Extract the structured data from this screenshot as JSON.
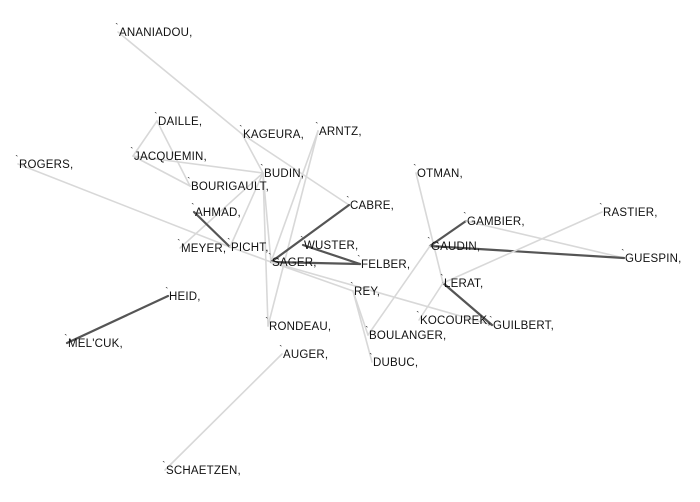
{
  "graph": {
    "colors": {
      "background": "#ffffff",
      "weak_edge": "#d8d8d8",
      "strong_edge": "#555555",
      "label": "#111111"
    },
    "nodes": [
      {
        "id": "ANANIADOU",
        "label": "ANANIADOU,"
      },
      {
        "id": "DAILLE",
        "label": "DAILLE,"
      },
      {
        "id": "KAGEURA",
        "label": "KAGEURA,"
      },
      {
        "id": "ARNTZ",
        "label": "ARNTZ,"
      },
      {
        "id": "JACQUEMIN",
        "label": "JACQUEMIN,"
      },
      {
        "id": "ROGERS",
        "label": "ROGERS,"
      },
      {
        "id": "BUDIN",
        "label": "BUDIN,"
      },
      {
        "id": "OTMAN",
        "label": "OTMAN,"
      },
      {
        "id": "BOURIGAULT",
        "label": "BOURIGAULT,"
      },
      {
        "id": "CABRE",
        "label": "CABRE,"
      },
      {
        "id": "RASTIER",
        "label": "RASTIER,"
      },
      {
        "id": "AHMAD",
        "label": "AHMAD,"
      },
      {
        "id": "GAMBIER",
        "label": "GAMBIER,"
      },
      {
        "id": "MEYER",
        "label": "MEYER,"
      },
      {
        "id": "PICHT",
        "label": "PICHT,"
      },
      {
        "id": "WUSTER",
        "label": "WUSTER,"
      },
      {
        "id": "GAUDIN",
        "label": "GAUDIN,"
      },
      {
        "id": "SAGER",
        "label": "SAGER,"
      },
      {
        "id": "FELBER",
        "label": "FELBER,"
      },
      {
        "id": "GUESPIN",
        "label": "GUESPIN,"
      },
      {
        "id": "LERAT",
        "label": "LERAT,"
      },
      {
        "id": "HEID",
        "label": "HEID,"
      },
      {
        "id": "REY",
        "label": "REY,"
      },
      {
        "id": "KOCOUREK",
        "label": "KOCOUREK,"
      },
      {
        "id": "GUILBERT",
        "label": "GUILBERT,"
      },
      {
        "id": "RONDEAU",
        "label": "RONDEAU,"
      },
      {
        "id": "BOULANGER",
        "label": "BOULANGER,"
      },
      {
        "id": "MELCUK",
        "label": "MEL'CUK,"
      },
      {
        "id": "AUGER",
        "label": "AUGER,"
      },
      {
        "id": "DUBUC",
        "label": "DUBUC,"
      },
      {
        "id": "SCHAETZEN",
        "label": "SCHAETZEN,"
      }
    ],
    "edges": [
      {
        "source": "ANANIADOU",
        "target": "KAGEURA",
        "strength": "weak"
      },
      {
        "source": "KAGEURA",
        "target": "BUDIN",
        "strength": "weak"
      },
      {
        "source": "KAGEURA",
        "target": "CABRE",
        "strength": "weak"
      },
      {
        "source": "DAILLE",
        "target": "JACQUEMIN",
        "strength": "weak"
      },
      {
        "source": "DAILLE",
        "target": "BOURIGAULT",
        "strength": "weak"
      },
      {
        "source": "JACQUEMIN",
        "target": "BOURIGAULT",
        "strength": "weak"
      },
      {
        "source": "JACQUEMIN",
        "target": "BUDIN",
        "strength": "weak"
      },
      {
        "source": "ROGERS",
        "target": "PICHT",
        "strength": "weak"
      },
      {
        "source": "BUDIN",
        "target": "MEYER",
        "strength": "weak"
      },
      {
        "source": "BUDIN",
        "target": "SAGER",
        "strength": "weak"
      },
      {
        "source": "BUDIN",
        "target": "RONDEAU",
        "strength": "weak"
      },
      {
        "source": "AHMAD",
        "target": "PICHT",
        "strength": "strong"
      },
      {
        "source": "ARNTZ",
        "target": "SAGER",
        "strength": "weak"
      },
      {
        "source": "ARNTZ",
        "target": "RONDEAU",
        "strength": "weak"
      },
      {
        "source": "CABRE",
        "target": "SAGER",
        "strength": "strong"
      },
      {
        "source": "PICHT",
        "target": "SAGER",
        "strength": "weak"
      },
      {
        "source": "PICHT",
        "target": "BUDIN",
        "strength": "weak"
      },
      {
        "source": "WUSTER",
        "target": "FELBER",
        "strength": "strong"
      },
      {
        "source": "SAGER",
        "target": "FELBER",
        "strength": "strong"
      },
      {
        "source": "SAGER",
        "target": "REY",
        "strength": "weak"
      },
      {
        "source": "SAGER",
        "target": "GUILBERT",
        "strength": "weak"
      },
      {
        "source": "OTMAN",
        "target": "LERAT",
        "strength": "weak"
      },
      {
        "source": "GAMBIER",
        "target": "GAUDIN",
        "strength": "strong"
      },
      {
        "source": "GAMBIER",
        "target": "GUESPIN",
        "strength": "weak"
      },
      {
        "source": "GAUDIN",
        "target": "GUESPIN",
        "strength": "strong"
      },
      {
        "source": "GAUDIN",
        "target": "BOULANGER",
        "strength": "weak"
      },
      {
        "source": "LERAT",
        "target": "GUILBERT",
        "strength": "strong"
      },
      {
        "source": "LERAT",
        "target": "RASTIER",
        "strength": "weak"
      },
      {
        "source": "LERAT",
        "target": "KOCOUREK",
        "strength": "weak"
      },
      {
        "source": "REY",
        "target": "DUBUC",
        "strength": "weak"
      },
      {
        "source": "REY",
        "target": "BOULANGER",
        "strength": "weak"
      },
      {
        "source": "HEID",
        "target": "MELCUK",
        "strength": "strong"
      },
      {
        "source": "AUGER",
        "target": "SCHAETZEN",
        "strength": "weak"
      }
    ]
  }
}
